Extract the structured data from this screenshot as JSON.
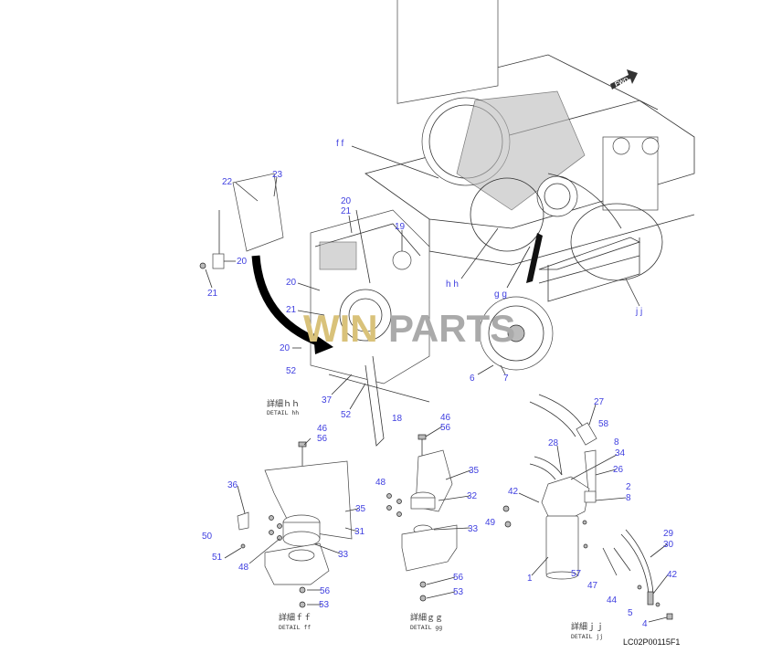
{
  "drawing_code": "LC02P00115F1",
  "watermark": {
    "part1": "WIN",
    "part2": "PARTS"
  },
  "fwd_arrow": "FWD",
  "label_color": "#4040e0",
  "detail_refs": {
    "ff": "f f",
    "hh": "h h",
    "gg": "g g",
    "jj": "j j"
  },
  "main_labels": [
    "22",
    "23",
    "20",
    "21",
    "20",
    "21",
    "19",
    "20",
    "21",
    "20",
    "52",
    "37",
    "52",
    "18",
    "6",
    "7"
  ],
  "details": {
    "hh": {
      "title_jp": "詳細ｈｈ",
      "title_en": "DETAIL hh"
    },
    "ff": {
      "title_jp": "詳細ｆｆ",
      "title_en": "DETAIL ff",
      "labels": [
        "46",
        "56",
        "36",
        "50",
        "51",
        "48",
        "35",
        "31",
        "33",
        "56",
        "53"
      ]
    },
    "gg": {
      "title_jp": "詳細ｇｇ",
      "title_en": "DETAIL gg",
      "labels": [
        "46",
        "56",
        "35",
        "48",
        "32",
        "33",
        "56",
        "53"
      ]
    },
    "jj": {
      "title_jp": "詳細ｊｊ",
      "title_en": "DETAIL jj",
      "labels": [
        "27",
        "58",
        "28",
        "8",
        "34",
        "26",
        "42",
        "2",
        "8",
        "49",
        "1",
        "57",
        "47",
        "44",
        "29",
        "30",
        "42",
        "5",
        "4"
      ]
    }
  }
}
